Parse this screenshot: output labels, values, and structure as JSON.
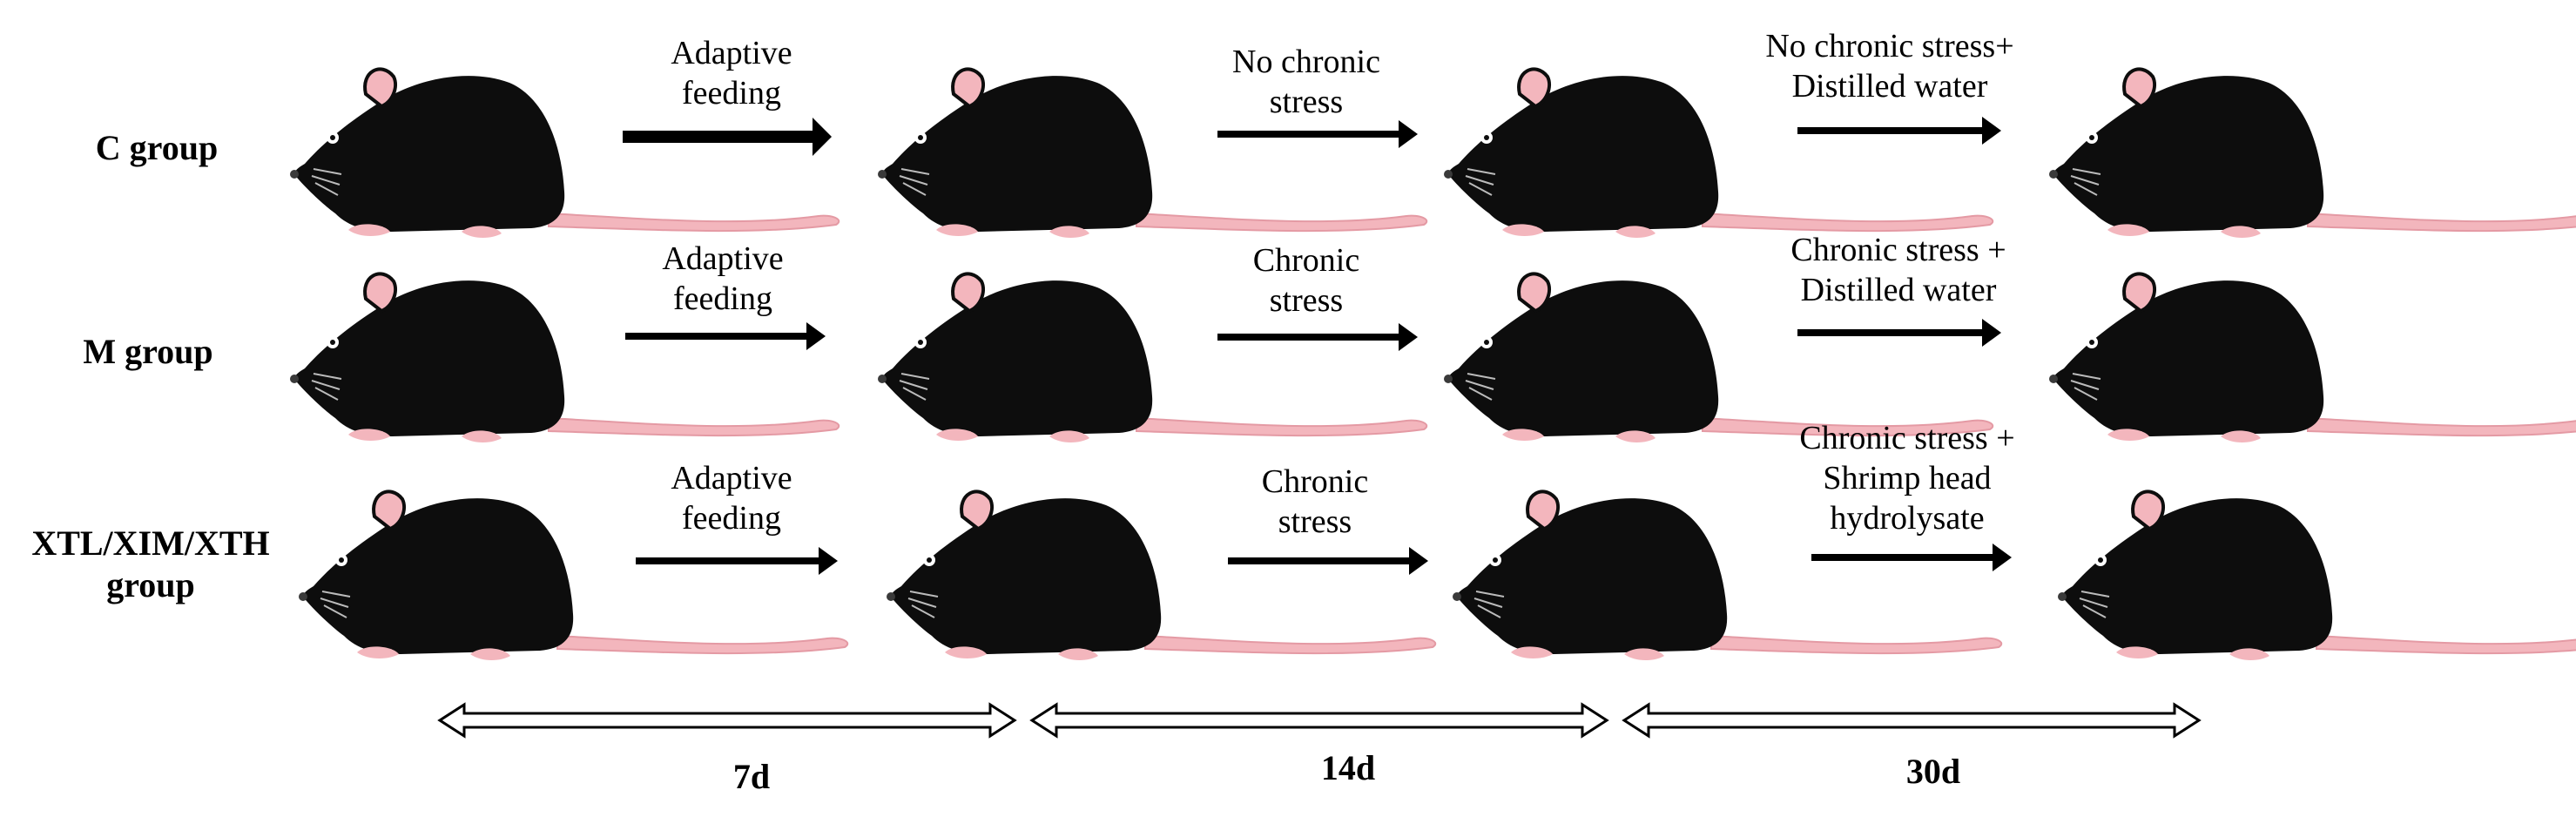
{
  "groups": [
    {
      "label": "C group",
      "steps": [
        [
          "Adaptive",
          "feeding"
        ],
        [
          "No chronic",
          "stress"
        ],
        [
          "No chronic stress+",
          "Distilled water"
        ]
      ]
    },
    {
      "label": "M group",
      "steps": [
        [
          "Adaptive",
          "feeding"
        ],
        [
          "Chronic",
          "stress"
        ],
        [
          "Chronic stress +",
          "Distilled water"
        ]
      ]
    },
    {
      "label": "XTL/XIM/XTH group",
      "label_lines": [
        "XTL/XIM/XTH",
        "group"
      ],
      "steps": [
        [
          "Adaptive",
          "feeding"
        ],
        [
          "Chronic",
          "stress"
        ],
        [
          "Chronic stress +",
          "Shrimp head",
          "hydrolysate"
        ]
      ]
    }
  ],
  "durations": [
    "7d",
    "14d",
    "30d"
  ],
  "colors": {
    "mouse_body": "#0d0d0d",
    "mouse_pink": "#f3b6bd",
    "arrow": "#000000",
    "timeline_fill": "#ffffff"
  },
  "icons": [
    "mouse-icon",
    "right-arrow-icon",
    "double-arrow-icon"
  ]
}
